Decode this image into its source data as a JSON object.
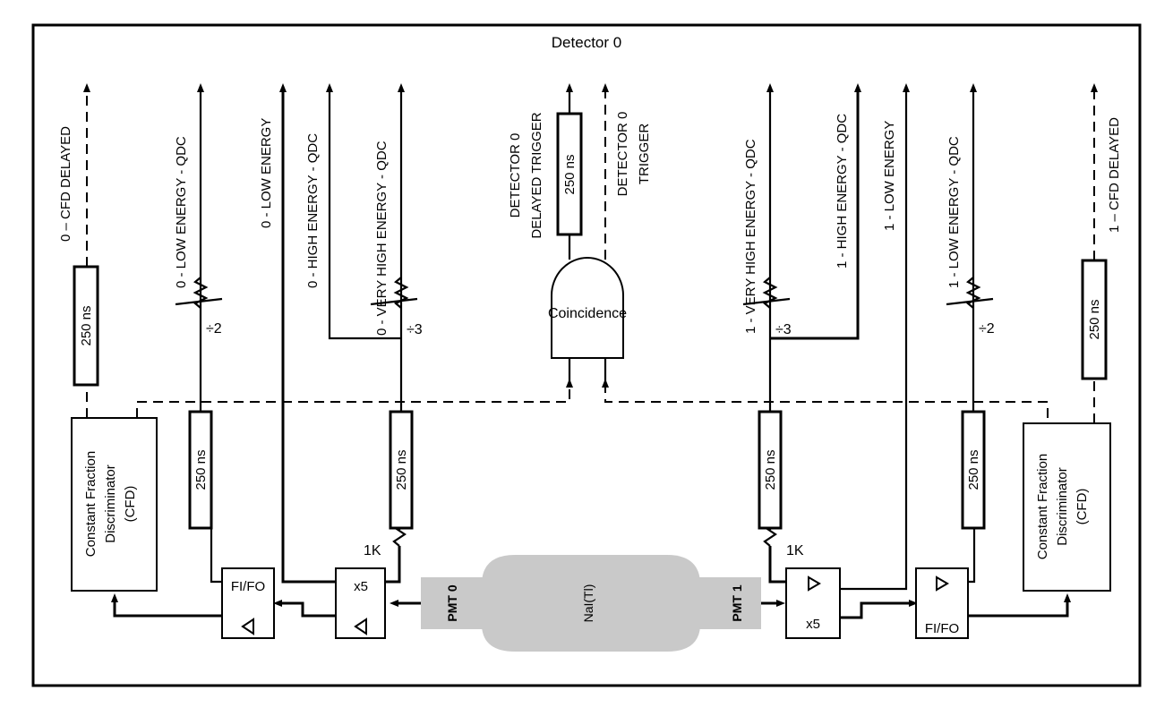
{
  "title": "Detector 0",
  "crystal": "NaI(Tl)",
  "pmt_left": "PMT 0",
  "pmt_right": "PMT 1",
  "delay_label": "250 ns",
  "resistor_label": "1K",
  "div2": "÷2",
  "div3": "÷3",
  "amp_label": "x5",
  "fifo_label": "FI/FO",
  "cfd_lines": [
    "Constant Fraction",
    "Discriminator",
    "(CFD)"
  ],
  "coincidence": "Coincidence",
  "outputs_left": {
    "cfd_delayed": "0 – CFD DELAYED",
    "low_qdc": "0 - LOW ENERGY - QDC",
    "low": "0 - LOW ENERGY",
    "high_qdc": "0 - HIGH ENERGY - QDC",
    "vhigh_qdc": "0 - VERY HIGH ENERGY - QDC"
  },
  "outputs_center": {
    "delayed_trigger_1": "DETECTOR 0",
    "delayed_trigger_2": "DELAYED TRIGGER",
    "trigger_1": "DETECTOR 0",
    "trigger_2": "TRIGGER"
  },
  "outputs_right": {
    "vhigh_qdc": "1 - VERY HIGH ENERGY - QDC",
    "high_qdc": "1 - HIGH ENERGY - QDC",
    "low": "1 - LOW ENERGY",
    "low_qdc": "1 - LOW ENERGY - QDC",
    "cfd_delayed": "1 – CFD DELAYED"
  }
}
